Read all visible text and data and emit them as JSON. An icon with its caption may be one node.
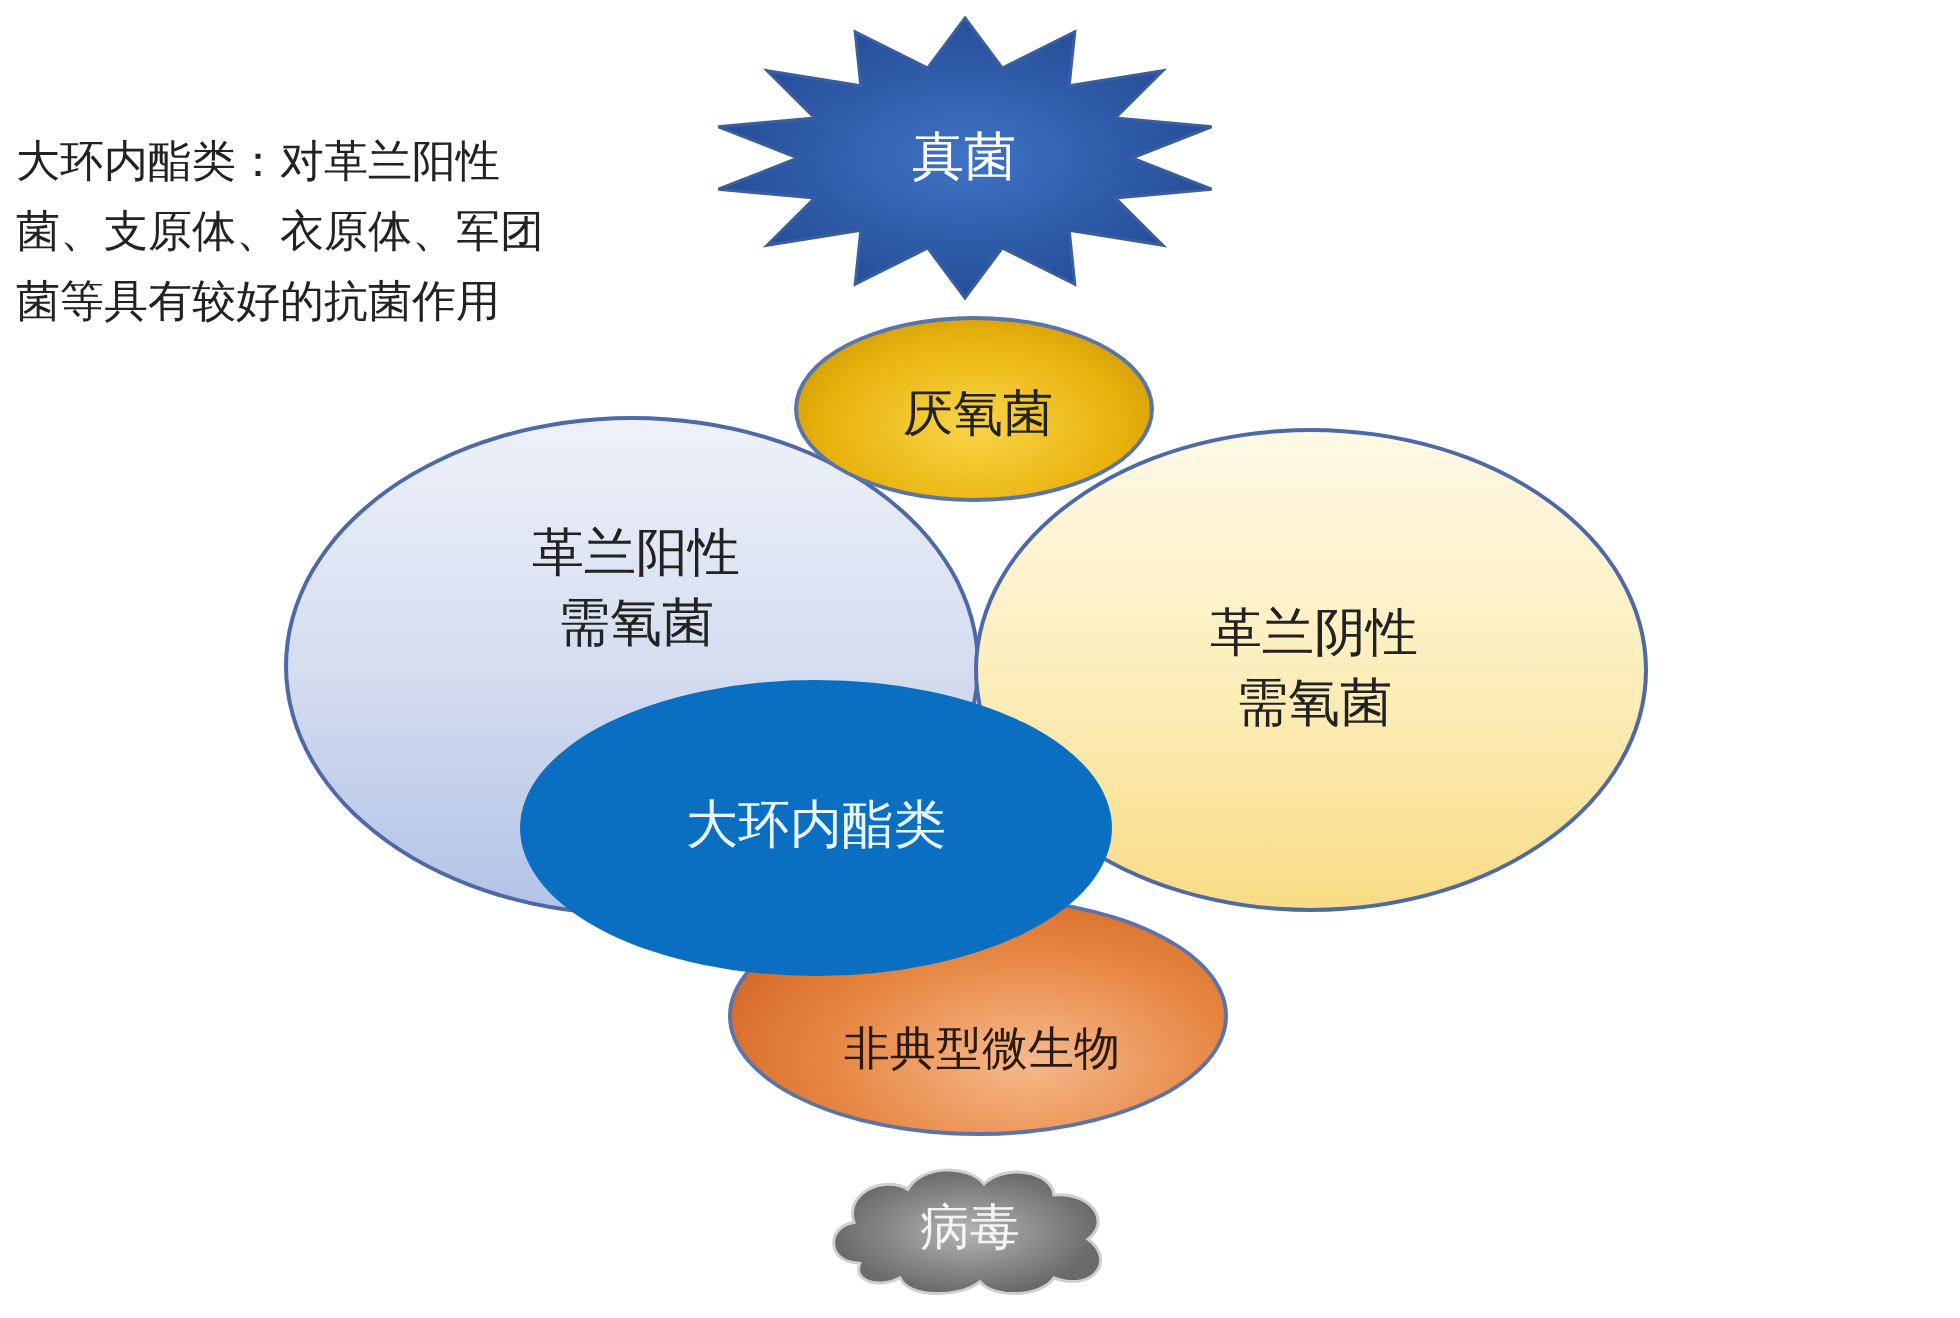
{
  "diagram": {
    "nodes": [
      {
        "text": [
          "真菌"
        ]
      },
      {
        "text": [
          "厌氧菌"
        ]
      },
      {
        "text": [
          "革兰阳性需氧菌"
        ]
      },
      {
        "text": [
          "革兰阴性需氧菌"
        ]
      },
      {
        "text": [
          "大环内酯类"
        ]
      },
      {
        "text": [
          "非典型微生物"
        ]
      },
      {
        "text": [
          "病毒"
        ]
      }
    ],
    "labels": [
      "大环内酯类：对革兰阳性菌、支原体、衣原体、军团菌等具有较好的抗菌作用"
    ]
  }
}
